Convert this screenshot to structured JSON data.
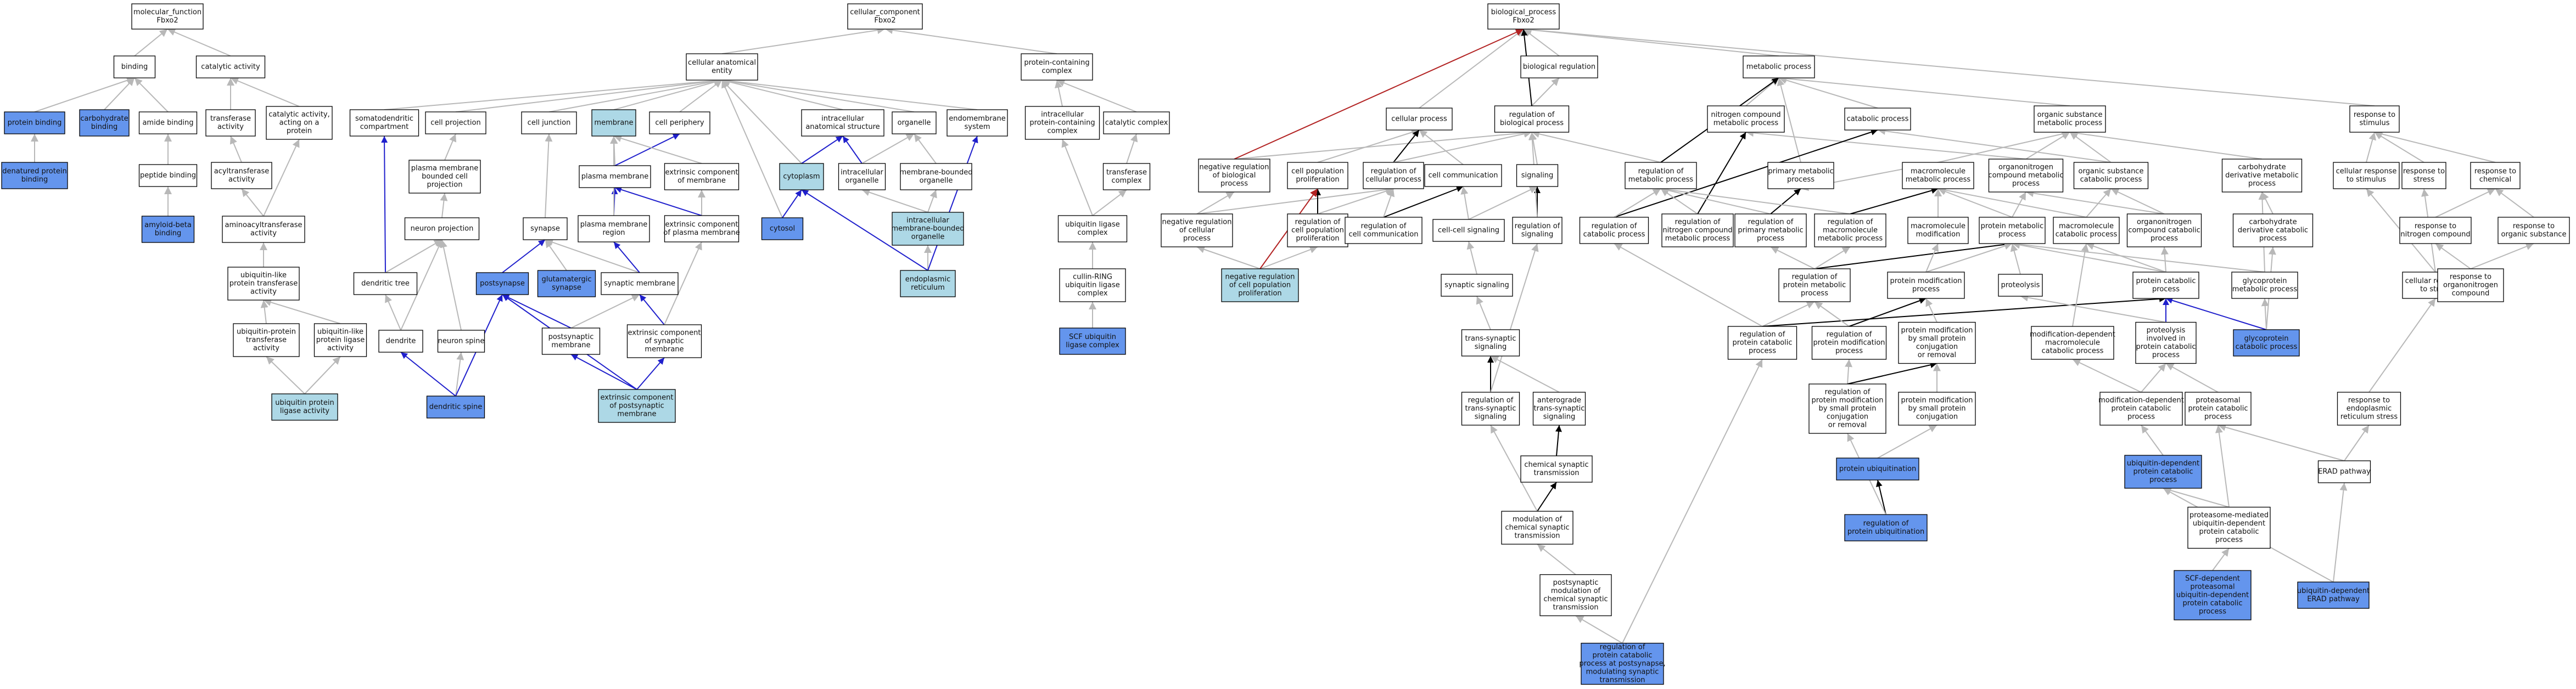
{
  "colors": {
    "node_default": "#ffffff",
    "node_light": "#add8e6",
    "node_blue": "#6495ed",
    "edge_default": "#b8b8b8",
    "edge_blue": "#1f1fcc",
    "edge_red": "#b22222",
    "edge_black": "#000000"
  },
  "nodes": {
    "mf_root": {
      "lines": [
        "molecular_function",
        "Fbxo2"
      ],
      "fill": "white"
    },
    "cc_root": {
      "lines": [
        "cellular_component",
        "Fbxo2"
      ],
      "fill": "white"
    },
    "bp_root": {
      "lines": [
        "biological_process",
        "Fbxo2"
      ],
      "fill": "white"
    },
    "binding": {
      "lines": [
        "binding"
      ],
      "fill": "white"
    },
    "catalytic_activity": {
      "lines": [
        "catalytic activity"
      ],
      "fill": "white"
    },
    "protein_binding": {
      "lines": [
        "protein binding"
      ],
      "fill": "blue"
    },
    "carbohydrate_binding": {
      "lines": [
        "carbohydrate",
        "binding"
      ],
      "fill": "blue"
    },
    "amide_binding": {
      "lines": [
        "amide binding"
      ],
      "fill": "white"
    },
    "transferase_activity": {
      "lines": [
        "transferase",
        "activity"
      ],
      "fill": "white"
    },
    "catalytic_activity_protein": {
      "lines": [
        "catalytic activity,",
        "acting on a",
        "protein"
      ],
      "fill": "white"
    },
    "denatured_protein_binding": {
      "lines": [
        "denatured protein",
        "binding"
      ],
      "fill": "blue"
    },
    "peptide_binding": {
      "lines": [
        "peptide binding"
      ],
      "fill": "white"
    },
    "acyltransferase_activity": {
      "lines": [
        "acyltransferase",
        "activity"
      ],
      "fill": "white"
    },
    "amyloid_beta_binding": {
      "lines": [
        "amyloid-beta",
        "binding"
      ],
      "fill": "blue"
    },
    "aminoacyltransferase_activity": {
      "lines": [
        "aminoacyltransferase",
        "activity"
      ],
      "fill": "white"
    },
    "ubiquitin_like_transferase": {
      "lines": [
        "ubiquitin-like",
        "protein transferase",
        "activity"
      ],
      "fill": "white"
    },
    "ubiquitin_protein_transferase": {
      "lines": [
        "ubiquitin-protein",
        "transferase",
        "activity"
      ],
      "fill": "white"
    },
    "ubiquitin_like_ligase": {
      "lines": [
        "ubiquitin-like",
        "protein ligase",
        "activity"
      ],
      "fill": "white"
    },
    "ubiquitin_protein_ligase": {
      "lines": [
        "ubiquitin protein",
        "ligase activity"
      ],
      "fill": "light"
    },
    "cellular_anatomical_entity": {
      "lines": [
        "cellular anatomical",
        "entity"
      ],
      "fill": "white"
    },
    "protein_containing_complex": {
      "lines": [
        "protein-containing",
        "complex"
      ],
      "fill": "white"
    },
    "somatodendritic_compartment": {
      "lines": [
        "somatodendritic",
        "compartment"
      ],
      "fill": "white"
    },
    "cell_projection": {
      "lines": [
        "cell projection"
      ],
      "fill": "white"
    },
    "cell_junction": {
      "lines": [
        "cell junction"
      ],
      "fill": "white"
    },
    "membrane": {
      "lines": [
        "membrane"
      ],
      "fill": "light"
    },
    "cell_periphery": {
      "lines": [
        "cell periphery"
      ],
      "fill": "white"
    },
    "intracellular_anatomical_structure": {
      "lines": [
        "intracellular",
        "anatomical structure"
      ],
      "fill": "white"
    },
    "organelle": {
      "lines": [
        "organelle"
      ],
      "fill": "white"
    },
    "endomembrane_system": {
      "lines": [
        "endomembrane",
        "system"
      ],
      "fill": "white"
    },
    "intracellular_protein_containing_complex": {
      "lines": [
        "intracellular",
        "protein-containing",
        "complex"
      ],
      "fill": "white"
    },
    "catalytic_complex": {
      "lines": [
        "catalytic complex"
      ],
      "fill": "white"
    },
    "plasma_membrane_bounded_cell_projection": {
      "lines": [
        "plasma membrane",
        "bounded cell",
        "projection"
      ],
      "fill": "white"
    },
    "plasma_membrane": {
      "lines": [
        "plasma membrane"
      ],
      "fill": "white"
    },
    "extrinsic_component_of_membrane": {
      "lines": [
        "extrinsic component",
        "of membrane"
      ],
      "fill": "white"
    },
    "cytoplasm": {
      "lines": [
        "cytoplasm"
      ],
      "fill": "light"
    },
    "intracellular_organelle": {
      "lines": [
        "intracellular",
        "organelle"
      ],
      "fill": "white"
    },
    "membrane_bounded_organelle": {
      "lines": [
        "membrane-bounded",
        "organelle"
      ],
      "fill": "white"
    },
    "transferase_complex": {
      "lines": [
        "transferase",
        "complex"
      ],
      "fill": "white"
    },
    "neuron_projection": {
      "lines": [
        "neuron projection"
      ],
      "fill": "white"
    },
    "synapse": {
      "lines": [
        "synapse"
      ],
      "fill": "white"
    },
    "plasma_membrane_region": {
      "lines": [
        "plasma membrane",
        "region"
      ],
      "fill": "white"
    },
    "extrinsic_component_of_plasma_membrane": {
      "lines": [
        "extrinsic component",
        "of plasma membrane"
      ],
      "fill": "white"
    },
    "cytosol": {
      "lines": [
        "cytosol"
      ],
      "fill": "blue"
    },
    "intracellular_membrane_bounded_organelle": {
      "lines": [
        "intracellular",
        "membrane-bounded",
        "organelle"
      ],
      "fill": "light"
    },
    "ubiquitin_ligase_complex": {
      "lines": [
        "ubiquitin ligase",
        "complex"
      ],
      "fill": "white"
    },
    "dendritic_tree": {
      "lines": [
        "dendritic tree"
      ],
      "fill": "white"
    },
    "postsynapse": {
      "lines": [
        "postsynapse"
      ],
      "fill": "blue"
    },
    "glutamatergic_synapse": {
      "lines": [
        "glutamatergic",
        "synapse"
      ],
      "fill": "blue"
    },
    "synaptic_membrane": {
      "lines": [
        "synaptic membrane"
      ],
      "fill": "white"
    },
    "endoplasmic_reticulum": {
      "lines": [
        "endoplasmic",
        "reticulum"
      ],
      "fill": "light"
    },
    "cullin_ring_complex": {
      "lines": [
        "cullin-RING",
        "ubiquitin ligase",
        "complex"
      ],
      "fill": "white"
    },
    "dendrite": {
      "lines": [
        "dendrite"
      ],
      "fill": "white"
    },
    "neuron_spine": {
      "lines": [
        "neuron spine"
      ],
      "fill": "white"
    },
    "postsynaptic_membrane": {
      "lines": [
        "postsynaptic",
        "membrane"
      ],
      "fill": "white"
    },
    "extrinsic_component_of_synaptic_membrane": {
      "lines": [
        "extrinsic component",
        "of synaptic",
        "membrane"
      ],
      "fill": "white"
    },
    "scf_complex": {
      "lines": [
        "SCF ubiquitin",
        "ligase complex"
      ],
      "fill": "blue"
    },
    "dendritic_spine": {
      "lines": [
        "dendritic spine"
      ],
      "fill": "blue"
    },
    "extrinsic_component_of_postsynaptic_membrane": {
      "lines": [
        "extrinsic component",
        "of postsynaptic",
        "membrane"
      ],
      "fill": "light"
    },
    "biological_regulation": {
      "lines": [
        "biological regulation"
      ],
      "fill": "white"
    },
    "metabolic_process": {
      "lines": [
        "metabolic process"
      ],
      "fill": "white"
    },
    "cellular_process": {
      "lines": [
        "cellular process"
      ],
      "fill": "white"
    },
    "regulation_of_biological_process": {
      "lines": [
        "regulation of",
        "biological process"
      ],
      "fill": "white"
    },
    "nitrogen_compound_metabolic_process": {
      "lines": [
        "nitrogen compound",
        "metabolic process"
      ],
      "fill": "white"
    },
    "catabolic_process": {
      "lines": [
        "catabolic process"
      ],
      "fill": "white"
    },
    "organic_substance_metabolic_process": {
      "lines": [
        "organic substance",
        "metabolic process"
      ],
      "fill": "white"
    },
    "response_to_stimulus": {
      "lines": [
        "response to",
        "stimulus"
      ],
      "fill": "white"
    },
    "negative_regulation_of_biological_process": {
      "lines": [
        "negative regulation",
        "of biological",
        "process"
      ],
      "fill": "white"
    },
    "cell_population_proliferation": {
      "lines": [
        "cell population",
        "proliferation"
      ],
      "fill": "white"
    },
    "regulation_of_cellular_process": {
      "lines": [
        "regulation of",
        "cellular process"
      ],
      "fill": "white"
    },
    "cell_communication": {
      "lines": [
        "cell communication"
      ],
      "fill": "white"
    },
    "signaling": {
      "lines": [
        "signaling"
      ],
      "fill": "white"
    },
    "regulation_of_metabolic_process": {
      "lines": [
        "regulation of",
        "metabolic process"
      ],
      "fill": "white"
    },
    "primary_metabolic_process": {
      "lines": [
        "primary metabolic",
        "process"
      ],
      "fill": "white"
    },
    "macromolecule_metabolic_process": {
      "lines": [
        "macromolecule",
        "metabolic process"
      ],
      "fill": "white"
    },
    "organonitrogen_compound_metabolic_process": {
      "lines": [
        "organonitrogen",
        "compound metabolic",
        "process"
      ],
      "fill": "white"
    },
    "organic_substance_catabolic_process": {
      "lines": [
        "organic substance",
        "catabolic process"
      ],
      "fill": "white"
    },
    "carbohydrate_derivative_metabolic_process": {
      "lines": [
        "carbohydrate",
        "derivative metabolic",
        "process"
      ],
      "fill": "white"
    },
    "cellular_response_to_stimulus": {
      "lines": [
        "cellular response",
        "to stimulus"
      ],
      "fill": "white"
    },
    "response_to_stress": {
      "lines": [
        "response to",
        "stress"
      ],
      "fill": "white"
    },
    "response_to_chemical": {
      "lines": [
        "response to",
        "chemical"
      ],
      "fill": "white"
    },
    "negative_regulation_of_cellular_process": {
      "lines": [
        "negative regulation",
        "of cellular",
        "process"
      ],
      "fill": "white"
    },
    "regulation_of_cell_population_proliferation": {
      "lines": [
        "regulation of",
        "cell population",
        "proliferation"
      ],
      "fill": "white"
    },
    "regulation_of_cell_communication": {
      "lines": [
        "regulation of",
        "cell communication"
      ],
      "fill": "white"
    },
    "cell_cell_signaling": {
      "lines": [
        "cell-cell signaling"
      ],
      "fill": "white"
    },
    "regulation_of_signaling": {
      "lines": [
        "regulation of",
        "signaling"
      ],
      "fill": "white"
    },
    "regulation_of_catabolic_process": {
      "lines": [
        "regulation of",
        "catabolic process"
      ],
      "fill": "white"
    },
    "regulation_of_nitrogen_compound_metabolic_process": {
      "lines": [
        "regulation of",
        "nitrogen compound",
        "metabolic process"
      ],
      "fill": "white"
    },
    "regulation_of_primary_metabolic_process": {
      "lines": [
        "regulation of",
        "primary metabolic",
        "process"
      ],
      "fill": "white"
    },
    "regulation_of_macromolecule_metabolic_process": {
      "lines": [
        "regulation of",
        "macromolecule",
        "metabolic process"
      ],
      "fill": "white"
    },
    "macromolecule_modification": {
      "lines": [
        "macromolecule",
        "modification"
      ],
      "fill": "white"
    },
    "protein_metabolic_process": {
      "lines": [
        "protein metabolic",
        "process"
      ],
      "fill": "white"
    },
    "macromolecule_catabolic_process": {
      "lines": [
        "macromolecule",
        "catabolic process"
      ],
      "fill": "white"
    },
    "organonitrogen_compound_catabolic_process": {
      "lines": [
        "organonitrogen",
        "compound catabolic",
        "process"
      ],
      "fill": "white"
    },
    "carbohydrate_derivative_catabolic_process": {
      "lines": [
        "carbohydrate",
        "derivative catabolic",
        "process"
      ],
      "fill": "white"
    },
    "response_to_nitrogen_compound": {
      "lines": [
        "response to",
        "nitrogen compound"
      ],
      "fill": "white"
    },
    "response_to_organic_substance": {
      "lines": [
        "response to",
        "organic substance"
      ],
      "fill": "white"
    },
    "negative_regulation_of_cell_population_proliferation": {
      "lines": [
        "negative regulation",
        "of cell population",
        "proliferation"
      ],
      "fill": "light"
    },
    "synaptic_signaling": {
      "lines": [
        "synaptic signaling"
      ],
      "fill": "white"
    },
    "regulation_of_protein_metabolic_process": {
      "lines": [
        "regulation of",
        "protein metabolic",
        "process"
      ],
      "fill": "white"
    },
    "protein_modification_process": {
      "lines": [
        "protein modification",
        "process"
      ],
      "fill": "white"
    },
    "proteolysis": {
      "lines": [
        "proteolysis"
      ],
      "fill": "white"
    },
    "protein_catabolic_process": {
      "lines": [
        "protein catabolic",
        "process"
      ],
      "fill": "white"
    },
    "glycoprotein_metabolic_process": {
      "lines": [
        "glycoprotein",
        "metabolic process"
      ],
      "fill": "white"
    },
    "cellular_response_to_stress": {
      "lines": [
        "cellular response",
        "to stress"
      ],
      "fill": "white"
    },
    "response_to_organonitrogen_compound": {
      "lines": [
        "response to",
        "organonitrogen",
        "compound"
      ],
      "fill": "white"
    },
    "trans_synaptic_signaling": {
      "lines": [
        "trans-synaptic",
        "signaling"
      ],
      "fill": "white"
    },
    "regulation_of_protein_catabolic_process": {
      "lines": [
        "regulation of",
        "protein catabolic",
        "process"
      ],
      "fill": "white"
    },
    "regulation_of_protein_modification_process": {
      "lines": [
        "regulation of",
        "protein modification",
        "process"
      ],
      "fill": "white"
    },
    "protein_modification_by_small_protein_conjugation_or_removal": {
      "lines": [
        "protein modification",
        "by small protein",
        "conjugation",
        "or removal"
      ],
      "fill": "white"
    },
    "modification_dependent_macromolecule_catabolic_process": {
      "lines": [
        "modification-dependent",
        "macromolecule",
        "catabolic process"
      ],
      "fill": "white"
    },
    "proteolysis_involved_in_protein_catabolic_process": {
      "lines": [
        "proteolysis",
        "involved in",
        "protein catabolic",
        "process"
      ],
      "fill": "white"
    },
    "glycoprotein_catabolic_process": {
      "lines": [
        "glycoprotein",
        "catabolic process"
      ],
      "fill": "blue"
    },
    "regulation_of_trans_synaptic_signaling": {
      "lines": [
        "regulation of",
        "trans-synaptic",
        "signaling"
      ],
      "fill": "white"
    },
    "anterograde_trans_synaptic_signaling": {
      "lines": [
        "anterograde",
        "trans-synaptic",
        "signaling"
      ],
      "fill": "white"
    },
    "regulation_of_protein_modification_by_small_protein": {
      "lines": [
        "regulation of",
        "protein modification",
        "by small protein",
        "conjugation",
        "or removal"
      ],
      "fill": "white"
    },
    "protein_modification_by_small_protein_conjugation": {
      "lines": [
        "protein modification",
        "by small protein",
        "conjugation"
      ],
      "fill": "white"
    },
    "modification_dependent_protein_catabolic_process": {
      "lines": [
        "modification-dependent",
        "protein catabolic",
        "process"
      ],
      "fill": "white"
    },
    "proteasomal_protein_catabolic_process": {
      "lines": [
        "proteasomal",
        "protein catabolic",
        "process"
      ],
      "fill": "white"
    },
    "response_to_er_stress": {
      "lines": [
        "response to",
        "endoplasmic",
        "reticulum stress"
      ],
      "fill": "white"
    },
    "chemical_synaptic_transmission": {
      "lines": [
        "chemical synaptic",
        "transmission"
      ],
      "fill": "white"
    },
    "protein_ubiquitination": {
      "lines": [
        "protein ubiquitination"
      ],
      "fill": "blue"
    },
    "ubiquitin_dependent_protein_catabolic_process": {
      "lines": [
        "ubiquitin-dependent",
        "protein catabolic",
        "process"
      ],
      "fill": "blue"
    },
    "erad_pathway": {
      "lines": [
        "ERAD pathway"
      ],
      "fill": "white"
    },
    "modulation_of_chemical_synaptic_transmission": {
      "lines": [
        "modulation of",
        "chemical synaptic",
        "transmission"
      ],
      "fill": "white"
    },
    "regulation_of_protein_ubiquitination": {
      "lines": [
        "regulation of",
        "protein ubiquitination"
      ],
      "fill": "blue"
    },
    "proteasome_mediated_ubiquitin_dependent_protein_catabolic_process": {
      "lines": [
        "proteasome-mediated",
        "ubiquitin-dependent",
        "protein catabolic",
        "process"
      ],
      "fill": "white"
    },
    "postsynaptic_modulation_of_chemical_synaptic_transmission": {
      "lines": [
        "postsynaptic",
        "modulation of",
        "chemical synaptic",
        "transmission"
      ],
      "fill": "white"
    },
    "scf_dependent_proteasomal_ubiquitin_dependent_protein_catabolic_process": {
      "lines": [
        "SCF-dependent",
        "proteasomal",
        "ubiquitin-dependent",
        "protein catabolic",
        "process"
      ],
      "fill": "blue"
    },
    "ubiquitin_dependent_erad_pathway": {
      "lines": [
        "ubiquitin-dependent",
        "ERAD pathway"
      ],
      "fill": "blue"
    },
    "regulation_of_protein_catabolic_process_at_postsynapse": {
      "lines": [
        "regulation of",
        "protein catabolic",
        "process at postsynapse,",
        "modulating synaptic",
        "transmission"
      ],
      "fill": "blue"
    }
  }
}
